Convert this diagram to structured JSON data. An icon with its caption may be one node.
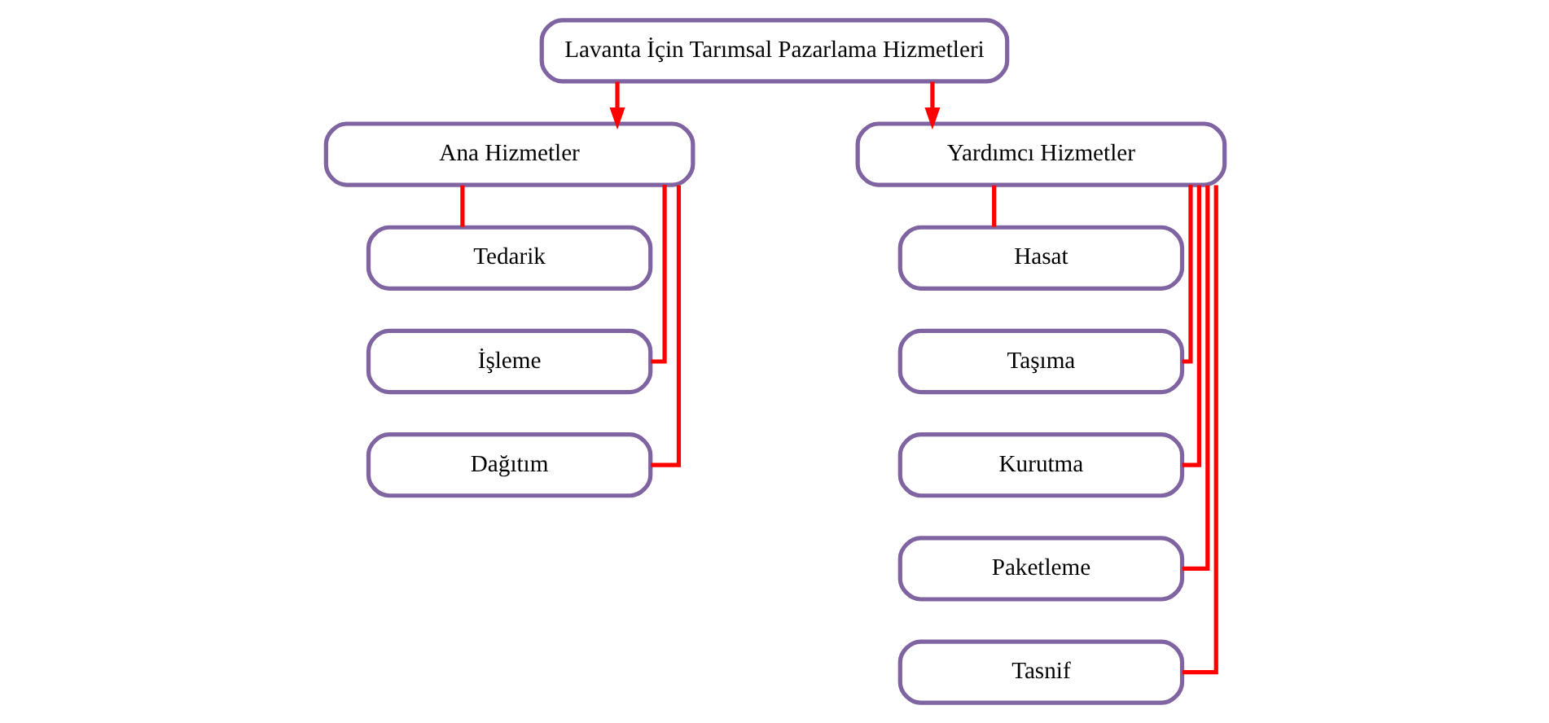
{
  "diagram": {
    "nodes": [
      {
        "text": [
          "Lavanta İçin Tarımsal Pazarlama Hizmetleri"
        ]
      },
      {
        "text": [
          "Ana Hizmetler"
        ]
      },
      {
        "text": [
          "Yardımcı Hizmetler"
        ]
      },
      {
        "text": [
          "Tedarik"
        ]
      },
      {
        "text": [
          "İşleme"
        ]
      },
      {
        "text": [
          "Dağıtım"
        ]
      },
      {
        "text": [
          "Hasat"
        ]
      },
      {
        "text": [
          "Taşıma"
        ]
      },
      {
        "text": [
          "Kurutma"
        ]
      },
      {
        "text": [
          "Paketleme"
        ]
      },
      {
        "text": [
          "Tasnif"
        ]
      }
    ],
    "edges": [
      {
        "from": 0,
        "to": 1,
        "arrow": "to"
      },
      {
        "from": 0,
        "to": 2,
        "arrow": "to"
      },
      {
        "from": 1,
        "to": 3,
        "arrow": "none"
      },
      {
        "from": 1,
        "to": 4,
        "arrow": "none"
      },
      {
        "from": 1,
        "to": 5,
        "arrow": "none"
      },
      {
        "from": 2,
        "to": 6,
        "arrow": "none"
      },
      {
        "from": 2,
        "to": 7,
        "arrow": "none"
      },
      {
        "from": 2,
        "to": 8,
        "arrow": "none"
      },
      {
        "from": 2,
        "to": 9,
        "arrow": "none"
      },
      {
        "from": 2,
        "to": 10,
        "arrow": "none"
      }
    ]
  }
}
